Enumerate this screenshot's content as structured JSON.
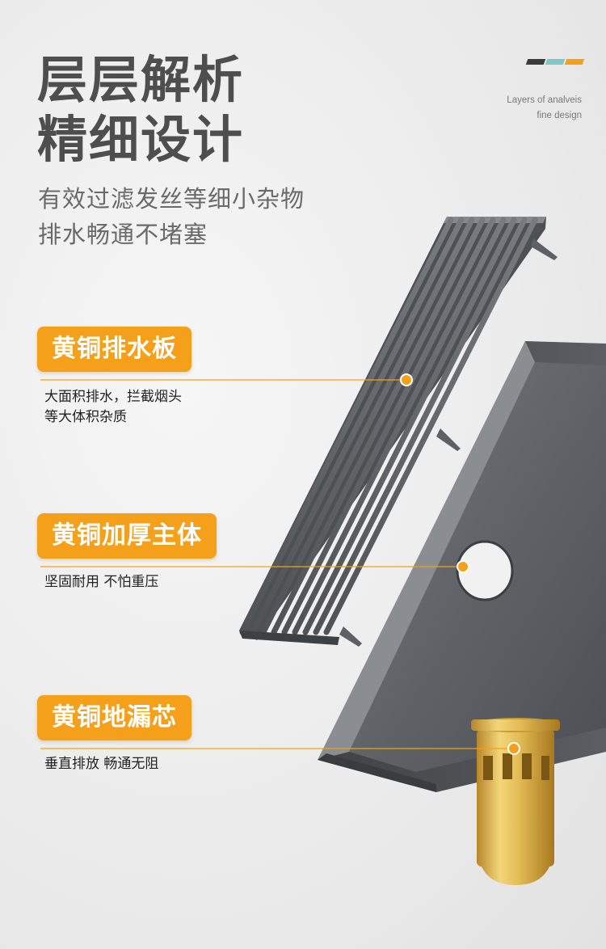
{
  "header": {
    "title_line1": "层层解析",
    "title_line2": "精细设计",
    "subtitle_line1": "有效过滤发丝等细小杂物",
    "subtitle_line2": "排水畅通不堵塞",
    "caption_line1": "Layers of analveis",
    "caption_line2": "fine design",
    "deco_colors": [
      "#3a3a3a",
      "#7ec7c8",
      "#f5a01a"
    ]
  },
  "parts": [
    {
      "name": "黄铜排水板",
      "desc_line1": "大面积排水，拦截烟头",
      "desc_line2": "等大体积杂质"
    },
    {
      "name": "黄铜加厚主体",
      "desc_line1": "坚固耐用 不怕重压",
      "desc_line2": ""
    },
    {
      "name": "黄铜地漏芯",
      "desc_line1": "垂直排放 畅通无阻",
      "desc_line2": ""
    }
  ],
  "colors": {
    "accent": "#f5a01a",
    "metal": "#5a5d61",
    "brass": "#d9b24a"
  }
}
